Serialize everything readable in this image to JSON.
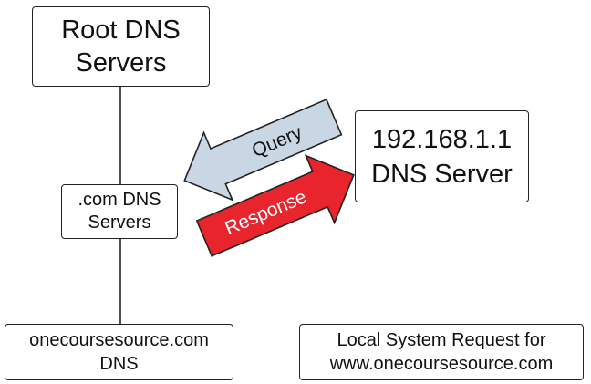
{
  "boxes": {
    "root": {
      "line1": "Root DNS",
      "line2": "Servers"
    },
    "com": {
      "line1": ".com DNS",
      "line2": "Servers"
    },
    "ocs": {
      "line1": "onecoursesource.com",
      "line2": "DNS"
    },
    "dns_server": {
      "line1": "192.168.1.1",
      "line2": "DNS Server"
    },
    "local": {
      "line1": "Local System Request for",
      "line2": "www.onecoursesource.com"
    }
  },
  "arrows": {
    "query": {
      "label": "Query",
      "color": "#c9d6e3"
    },
    "response": {
      "label": "Response",
      "color": "#e8242d"
    }
  }
}
